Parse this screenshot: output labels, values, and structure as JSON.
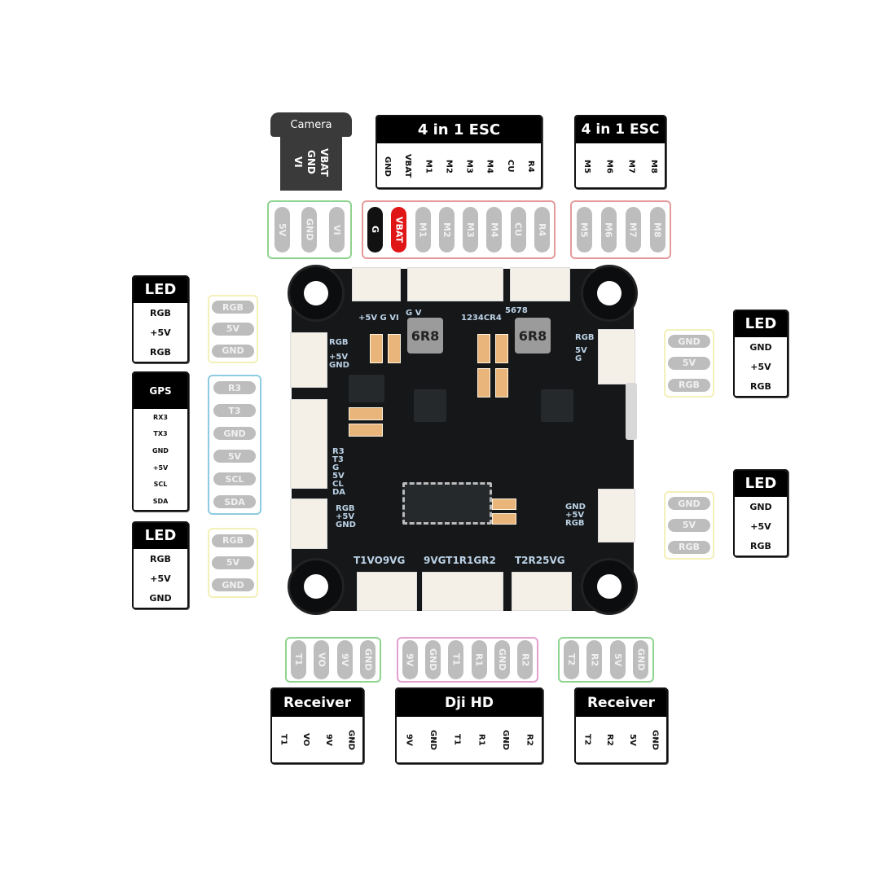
{
  "camera": {
    "title": "Camera",
    "pins": [
      "VBAT",
      "GND",
      "VI"
    ],
    "board_pins": [
      "5V",
      "GND",
      "VI"
    ],
    "group_color": "#8fd48f"
  },
  "esc1": {
    "title": "4 in 1 ESC",
    "pins": [
      "GND",
      "VBAT",
      "M1",
      "M2",
      "M3",
      "M4",
      "CU",
      "R4"
    ],
    "board_pins": [
      "G",
      "VBAT",
      "M1",
      "M2",
      "M3",
      "M4",
      "CU",
      "R4"
    ],
    "group_color": "#e59a9a"
  },
  "esc2": {
    "title": "4 in 1 ESC",
    "pins": [
      "M5",
      "M6",
      "M7",
      "M8"
    ],
    "board_pins": [
      "M5",
      "M6",
      "M7",
      "M8"
    ],
    "group_color": "#e59a9a"
  },
  "led_left_top": {
    "title": "LED",
    "pins": [
      "RGB",
      "+5V",
      "RGB"
    ],
    "board_pins": [
      "RGB",
      "5V",
      "GND"
    ],
    "group_color": "#f3f0b8"
  },
  "gps": {
    "title": "GPS",
    "pins": [
      "RX3",
      "TX3",
      "GND",
      "+5V",
      "SCL",
      "SDA"
    ],
    "board_pins": [
      "R3",
      "T3",
      "GND",
      "5V",
      "SCL",
      "SDA"
    ],
    "group_color": "#8ccbe0"
  },
  "led_left_bottom": {
    "title": "LED",
    "pins": [
      "RGB",
      "+5V",
      "GND"
    ],
    "board_pins": [
      "RGB",
      "5V",
      "GND"
    ],
    "group_color": "#f3f0b8"
  },
  "led_right_top": {
    "title": "LED",
    "pins": [
      "GND",
      "+5V",
      "RGB"
    ],
    "board_pins": [
      "GND",
      "5V",
      "RGB"
    ],
    "group_color": "#f3f0b8"
  },
  "led_right_bottom": {
    "title": "LED",
    "pins": [
      "GND",
      "+5V",
      "RGB"
    ],
    "board_pins": [
      "GND",
      "5V",
      "RGB"
    ],
    "group_color": "#f3f0b8"
  },
  "receiver1": {
    "title": "Receiver",
    "pins": [
      "T1",
      "VO",
      "9V",
      "GND"
    ],
    "board_pins": [
      "T1",
      "VO",
      "9V",
      "GND"
    ],
    "group_color": "#8fd48f"
  },
  "dji_hd": {
    "title": "Dji HD",
    "pins": [
      "9V",
      "GND",
      "T1",
      "R1",
      "GND",
      "R2"
    ],
    "board_pins": [
      "9V",
      "GND",
      "T1",
      "R1",
      "GND",
      "R2"
    ],
    "group_color": "#e2a0cf"
  },
  "receiver2": {
    "title": "Receiver",
    "pins": [
      "T2",
      "R2",
      "5V",
      "GND"
    ],
    "board_pins": [
      "T2",
      "R2",
      "5V",
      "GND"
    ],
    "group_color": "#8fd48f"
  },
  "board": {
    "inductor_label": "6R8",
    "silk_top_left": "+5V G VI",
    "silk_top_gv": "G V",
    "silk_top_mid": "1234CR4",
    "silk_top_right": "5678",
    "silk_left_led_top": [
      "RGB",
      "+5V",
      "GND"
    ],
    "silk_left_gps": [
      "R3",
      "T3",
      "G",
      "5V",
      "CL",
      "DA"
    ],
    "silk_left_led_bottom": [
      "RGB",
      "+5V",
      "GND"
    ],
    "silk_right_led_top": [
      "RGB",
      "5V",
      "G"
    ],
    "silk_right_led_bottom": [
      "GND",
      "+5V",
      "RGB"
    ],
    "silk_bottom_left": "T1VO9VG",
    "silk_bottom_mid": "9VGT1R1GR2",
    "silk_bottom_right": "T2R25VG"
  }
}
